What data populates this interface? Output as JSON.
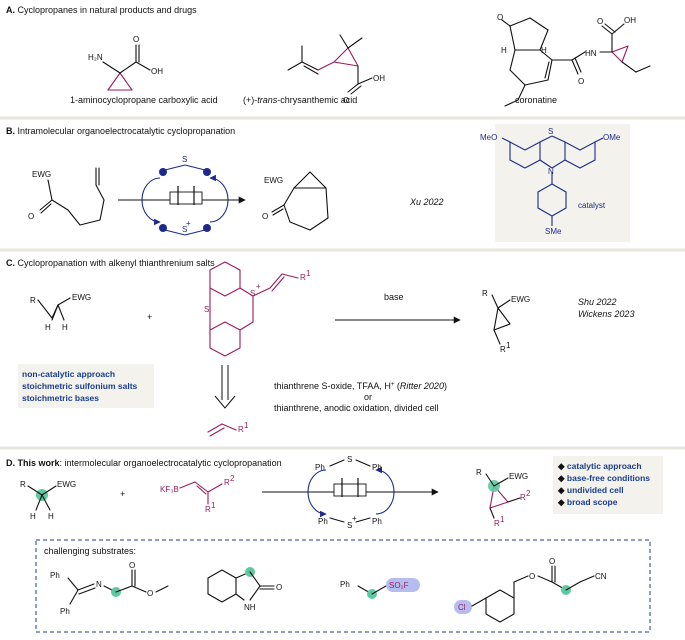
{
  "sectionA": {
    "letter": "A.",
    "title": "Cyclopropanes in natural products and drugs",
    "labels": [
      "1-aminocyclopropane carboxylic acid",
      "(+)-",
      "trans",
      "-chrysanthemic acid",
      "coronatine"
    ]
  },
  "sectionB": {
    "letter": "B.",
    "title": "Intramolecular organoelectrocatalytic cyclopropanation",
    "reference": "Xu 2022",
    "catalyst_label": "catalyst"
  },
  "sectionC": {
    "letter": "C.",
    "title": "Cyclopropanation with alkenyl thianthrenium salts",
    "arrow_label": "base",
    "references": [
      "Shu 2022",
      "Wickens 2023"
    ],
    "limitations": [
      "non-catalytic approach",
      "stoichmetric sulfonium salts",
      "stoichmetric bases"
    ],
    "routes": [
      "thianthrene S-oxide, TFAA, H",
      "Ritter 2020",
      "or",
      "thianthrene, anodic oxidation, divided cell"
    ]
  },
  "sectionD": {
    "letter": "D.",
    "title_bold": "This work",
    "title_rest": ": intermolecular organoelectrocatalytic cyclopropanation",
    "features": [
      "catalytic approach",
      "base-free conditions",
      "undivided cell",
      "broad scope"
    ],
    "substrates_title": "challenging substrates:"
  },
  "atoms": {
    "ewg": "EWG",
    "r": "R",
    "r1": "R",
    "r2": "R",
    "h": "H",
    "s": "S",
    "ph": "Ph",
    "o": "O",
    "oh": "OH",
    "nh2": "H₂N",
    "hn": "HN",
    "nh": "NH",
    "n": "N",
    "meo": "MeO",
    "ome": "OMe",
    "sme": "SMe",
    "kf3b": "KF₃B",
    "so2f": "SO₂F",
    "cl": "Cl",
    "cn": "CN",
    "plus": "+",
    "sup1": "1",
    "sup2": "2",
    "supplus": "+"
  },
  "colors": {
    "accent_blue": "#1a3d8f",
    "magenta": "#9c1b5e",
    "teal": "#5dc9a0",
    "lavender": "#b5bcf0",
    "panel": "#f3f2ec"
  }
}
